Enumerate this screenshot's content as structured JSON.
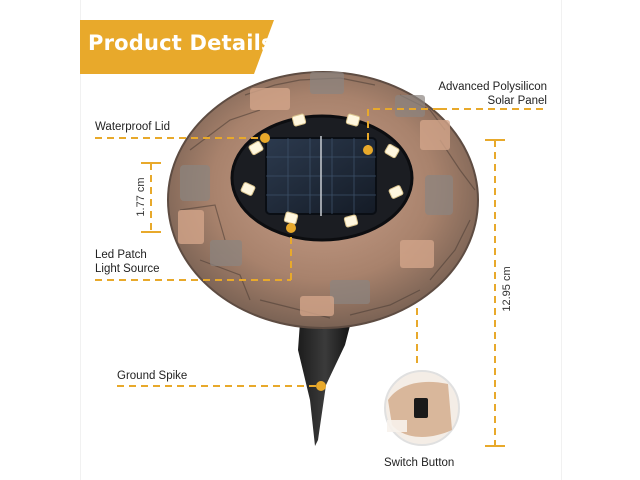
{
  "banner": {
    "title": "Product Details",
    "color": "#e8a92b"
  },
  "labels": {
    "solar_panel_line1": "Advanced Polysilicon",
    "solar_panel_line2": "Solar Panel",
    "waterproof_lid": "Waterproof Lid",
    "led_line1": "Led Patch",
    "led_line2": "Light Source",
    "ground_spike": "Ground Spike",
    "switch_button": "Switch Button"
  },
  "dimensions": {
    "lid_height": "1.77 cm",
    "total_height": "12.95 cm"
  },
  "colors": {
    "accent": "#e8a92b",
    "stone_brown": "#b58a72",
    "stone_grey": "#7d7a76",
    "panel_dark": "#1c2430",
    "led": "#fff8e6"
  }
}
